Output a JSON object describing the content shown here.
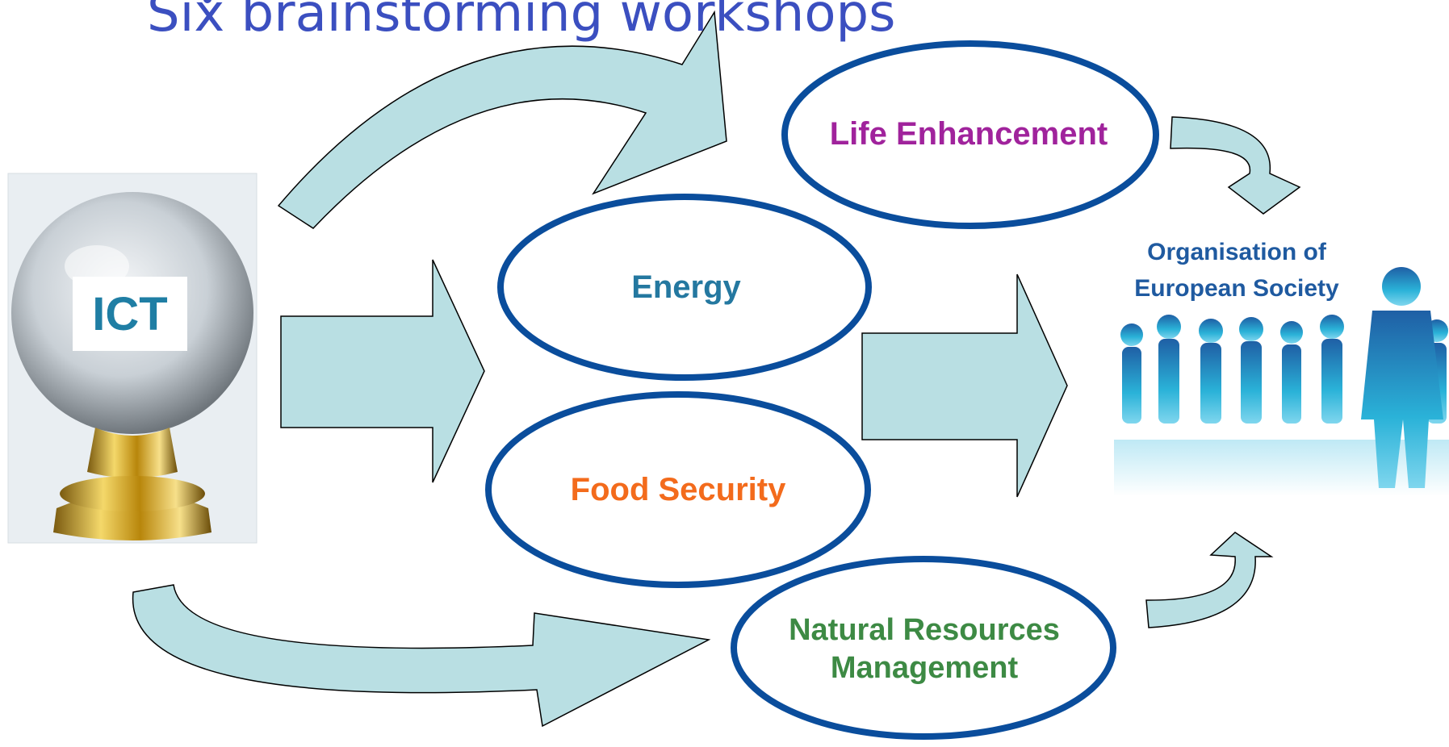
{
  "title": {
    "text": "Six brainstorming workshops"
  },
  "center": {
    "label": "ICT"
  },
  "workshops": [
    {
      "id": "life",
      "label": "Life Enhancement",
      "color": "#a0239c"
    },
    {
      "id": "energy",
      "label": "Energy",
      "color": "#2478a0"
    },
    {
      "id": "food",
      "label": "Food Security",
      "color": "#f36b1c"
    },
    {
      "id": "natural",
      "label": "Natural Resources Management",
      "color": "#3d8a44"
    }
  ],
  "target": {
    "label": "Organisation of European Society",
    "color": "#1f5aa0"
  },
  "style": {
    "oval_border": "#0a4d9c",
    "arrow_fill": "#b9dfe3",
    "arrow_stroke": "#000000"
  }
}
